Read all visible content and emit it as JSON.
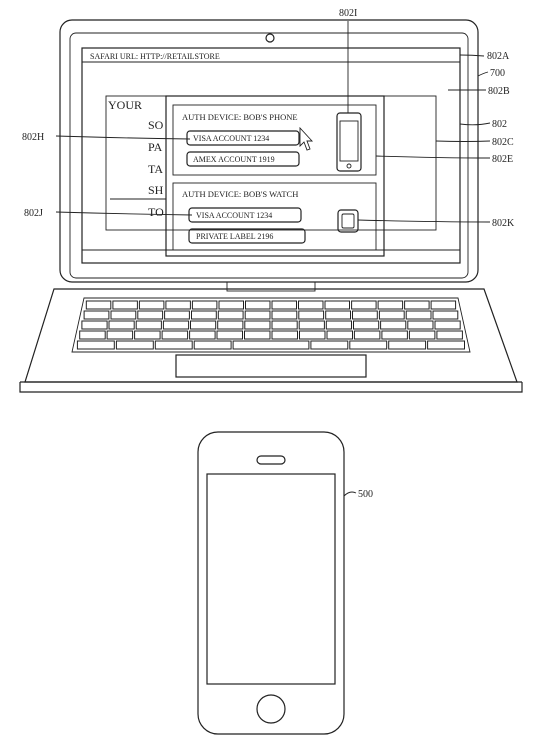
{
  "laptop": {
    "url_bar": "SAFARI URL: HTTP://RETAILSTORE",
    "page_text": [
      "YOUR",
      "SO",
      "PA",
      "TA",
      "SH",
      "TO"
    ]
  },
  "popup": {
    "phone_section": {
      "title": "AUTH DEVICE: BOB'S PHONE",
      "accounts": [
        "VISA ACCOUNT 1234",
        "AMEX ACCOUNT 1919"
      ]
    },
    "watch_section": {
      "title": "AUTH DEVICE: BOB'S WATCH",
      "accounts": [
        "VISA ACCOUNT 1234",
        "PRIVATE LABEL 2196"
      ]
    }
  },
  "reference_labels": {
    "r802A": "802A",
    "r700": "700",
    "r802B": "802B",
    "r802": "802",
    "r802C": "802C",
    "r802E": "802E",
    "r802K": "802K",
    "r802I": "802I",
    "r802H": "802H",
    "r802J": "802J",
    "r500": "500"
  }
}
